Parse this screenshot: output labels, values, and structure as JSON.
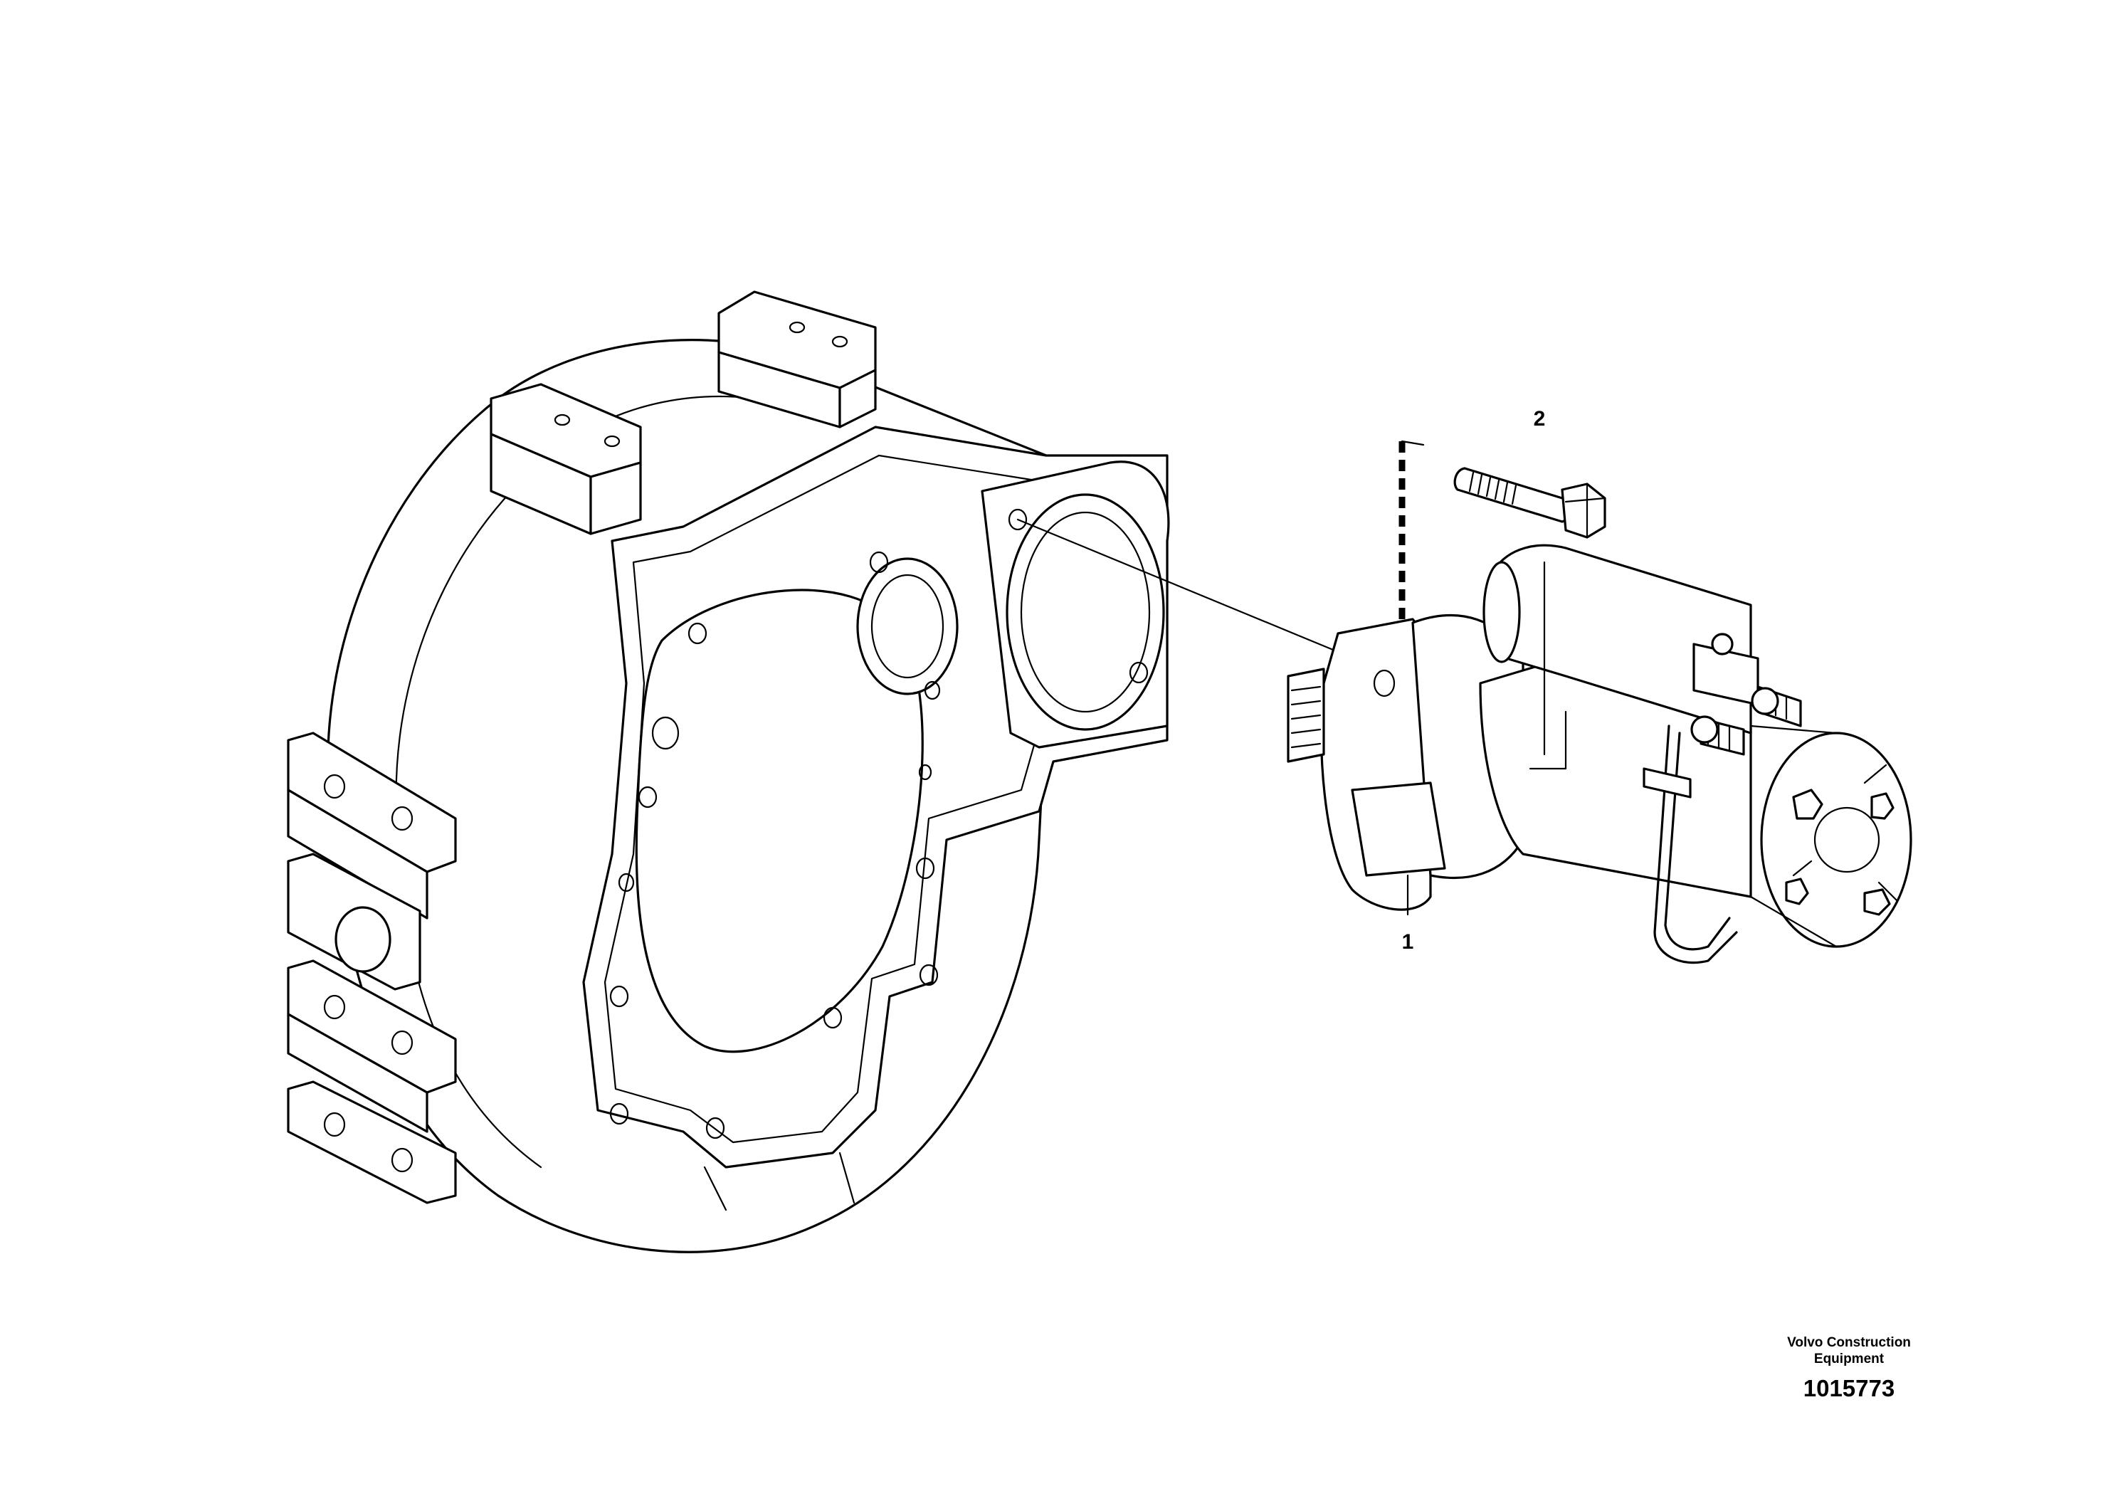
{
  "callouts": {
    "starter_motor": "1",
    "bolt": "2"
  },
  "footer": {
    "brand_line1": "Volvo Construction",
    "brand_line2": "Equipment",
    "drawing_number": "1015773"
  }
}
